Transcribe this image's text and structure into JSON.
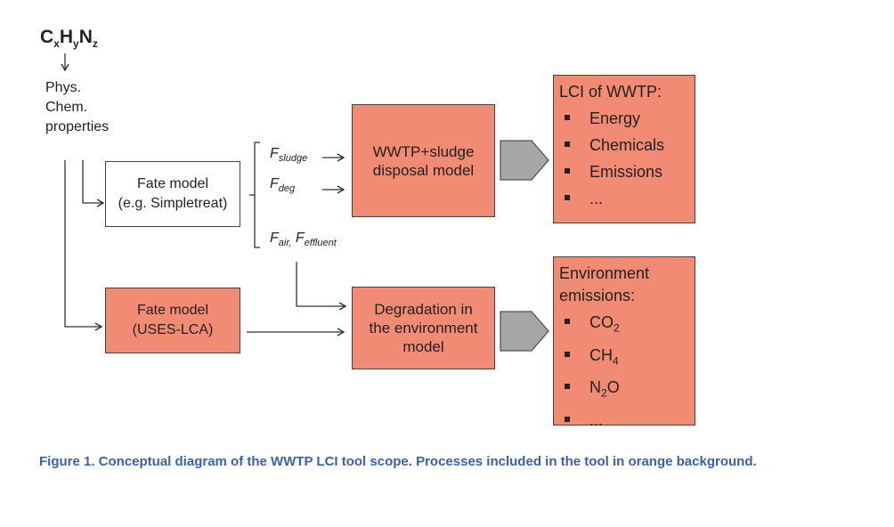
{
  "formula": {
    "c": "C",
    "x": "x",
    "h": "H",
    "y": "y",
    "n": "N",
    "z": "z"
  },
  "properties": {
    "line1": "Phys.",
    "line2": "Chem.",
    "line3": "properties"
  },
  "fate_simpletreat": {
    "line1": "Fate model",
    "line2": "(e.g. Simpletreat)"
  },
  "fate_uses": {
    "line1": "Fate model",
    "line2": "(USES-LCA)"
  },
  "fluxes": {
    "sludge": {
      "main": "F",
      "sub": "sludge"
    },
    "deg": {
      "main": "F",
      "sub": "deg"
    },
    "air": {
      "main": "F",
      "sub": "air,"
    },
    "effluent": {
      "main": "F",
      "sub": "effluent"
    }
  },
  "wwtp_model": {
    "line1": "WWTP+sludge",
    "line2": "disposal model"
  },
  "degradation_model": {
    "line1": "Degradation in",
    "line2": "the environment",
    "line3": "model"
  },
  "lci_box": {
    "title": "LCI of WWTP:",
    "items": [
      "Energy",
      "Chemicals",
      "Emissions",
      "..."
    ]
  },
  "env_box": {
    "title1": "Environment",
    "title2": "emissions:",
    "items": [
      {
        "main": "CO",
        "sub": "2",
        "tail": ""
      },
      {
        "main": "CH",
        "sub": "4",
        "tail": ""
      },
      {
        "main": "N",
        "sub": "2",
        "tail": "O"
      },
      {
        "main": "...",
        "sub": "",
        "tail": ""
      }
    ]
  },
  "colors": {
    "process_fill": "#f28b74",
    "arrow_fill": "#a6a6a6",
    "caption": "#3a62a8"
  },
  "caption": "Figure 1. Conceptual diagram of the WWTP LCI tool scope. Processes included in the tool in orange background."
}
